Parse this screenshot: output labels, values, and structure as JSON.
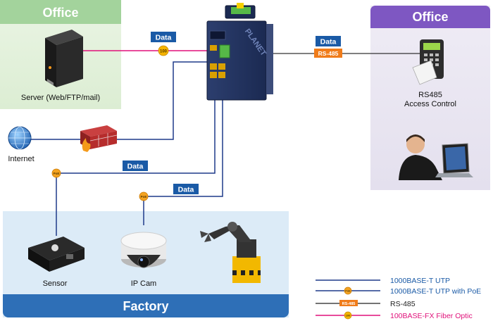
{
  "zones": {
    "office_left": "Office",
    "office_right": "Office",
    "factory": "Factory"
  },
  "devices": {
    "server": "Server (Web/FTP/mail)",
    "access_control_line1": "RS485",
    "access_control_line2": "Access Control",
    "internet": "Internet",
    "sensor": "Sensor",
    "ip_cam": "IP Cam"
  },
  "link_labels": {
    "data_fiber": "Data",
    "data_rs485": "Data",
    "data_sensor": "Data",
    "data_cam": "Data",
    "badge_rs485": "RS-485",
    "badge_100": "100",
    "badge_poe": "PoE"
  },
  "brand": "PLANET",
  "legend": [
    {
      "key": "utp",
      "label": "1000BASE-T UTP",
      "color": "#1f3a8a"
    },
    {
      "key": "poe",
      "label": "1000BASE-T UTP with PoE",
      "color": "#1f3a8a",
      "badge": "PoE"
    },
    {
      "key": "rs485",
      "label": "RS-485",
      "color": "#222222",
      "badge": "RS-485"
    },
    {
      "key": "fiber",
      "label": "100BASE-FX Fiber Optic",
      "color": "#e0117a",
      "badge": "100"
    }
  ],
  "colors": {
    "office_green": "#a3d39c",
    "office_purple": "#7e57c2",
    "factory_blue": "#2e6fb7",
    "data_tag": "#1a5aa6",
    "rs485_tag": "#f07c1a",
    "fiber": "#e0117a",
    "poe_badge": "#f4a321"
  }
}
